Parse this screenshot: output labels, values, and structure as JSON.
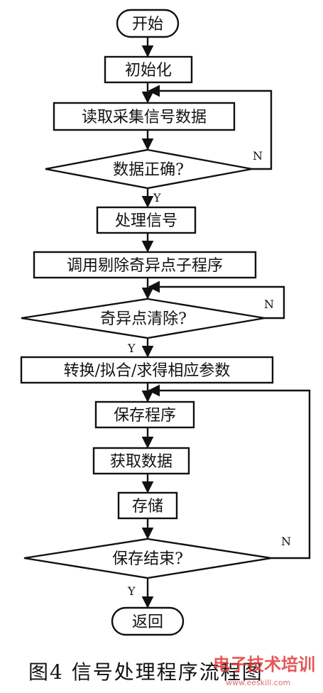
{
  "nodes": {
    "start": "开始",
    "init": "初始化",
    "read": "读取采集信号数据",
    "check_data": "数据正确?",
    "process": "处理信号",
    "call_sub": "调用剔除奇异点子程序",
    "check_outlier": "奇异点清除?",
    "convert": "转换/拟合/求得相应参数",
    "save_prog": "保存程序",
    "get_data": "获取数据",
    "store": "存储",
    "check_save": "保存结束?",
    "return": "返回"
  },
  "labels": {
    "yes": "Y",
    "no": "N"
  },
  "caption": "图4  信号处理程序流程图",
  "watermark": {
    "main": "电子技术培训",
    "sub": "www.eeskill.com",
    "color": "#e23b3b"
  }
}
